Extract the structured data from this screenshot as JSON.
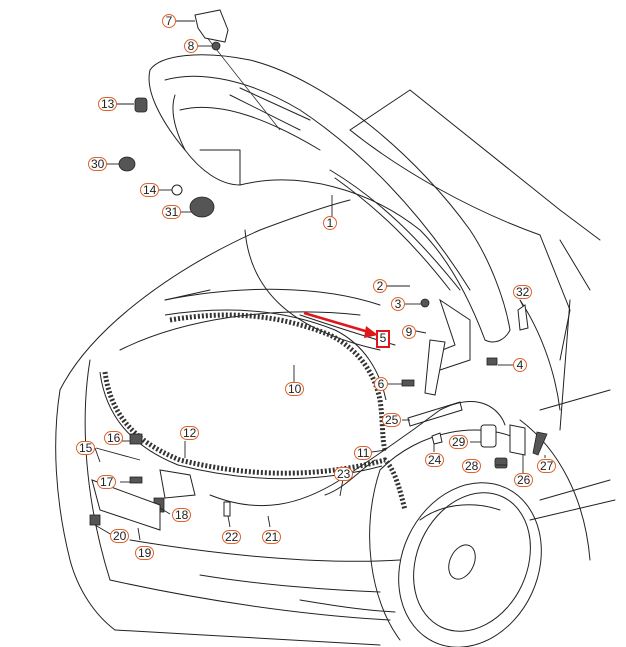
{
  "diagram": {
    "subject": "Front hood (bonnet) assembly exploded parts diagram",
    "accent_color": "#e0622b",
    "highlight_color": "#e0161b",
    "highlighted_part": "5",
    "callouts": [
      {
        "id": "1",
        "label": "1"
      },
      {
        "id": "2",
        "label": "2"
      },
      {
        "id": "3",
        "label": "3"
      },
      {
        "id": "4",
        "label": "4"
      },
      {
        "id": "5",
        "label": "5"
      },
      {
        "id": "6",
        "label": "6"
      },
      {
        "id": "7",
        "label": "7"
      },
      {
        "id": "8",
        "label": "8"
      },
      {
        "id": "9",
        "label": "9"
      },
      {
        "id": "10",
        "label": "10"
      },
      {
        "id": "11",
        "label": "11"
      },
      {
        "id": "12",
        "label": "12"
      },
      {
        "id": "13",
        "label": "13"
      },
      {
        "id": "14",
        "label": "14"
      },
      {
        "id": "15",
        "label": "15"
      },
      {
        "id": "16",
        "label": "16"
      },
      {
        "id": "17",
        "label": "17"
      },
      {
        "id": "18",
        "label": "18"
      },
      {
        "id": "19",
        "label": "19"
      },
      {
        "id": "20",
        "label": "20"
      },
      {
        "id": "21",
        "label": "21"
      },
      {
        "id": "22",
        "label": "22"
      },
      {
        "id": "23",
        "label": "23"
      },
      {
        "id": "24",
        "label": "24"
      },
      {
        "id": "25",
        "label": "25"
      },
      {
        "id": "26",
        "label": "26"
      },
      {
        "id": "27",
        "label": "27"
      },
      {
        "id": "28",
        "label": "28"
      },
      {
        "id": "29",
        "label": "29"
      },
      {
        "id": "30",
        "label": "30"
      },
      {
        "id": "31",
        "label": "31"
      },
      {
        "id": "32",
        "label": "32"
      }
    ]
  }
}
